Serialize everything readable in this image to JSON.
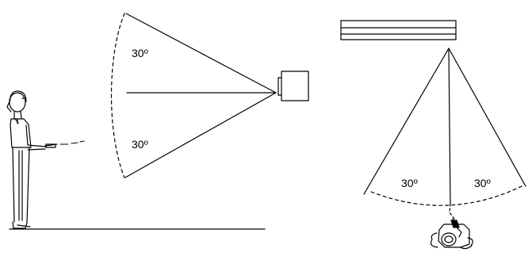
{
  "diagram": {
    "left_view": {
      "angle_upper_label": "30º",
      "angle_lower_label": "30º"
    },
    "right_view": {
      "angle_left_label": "30º",
      "angle_right_label": "30º"
    }
  },
  "colors": {
    "line": "#000000",
    "background": "#ffffff"
  }
}
